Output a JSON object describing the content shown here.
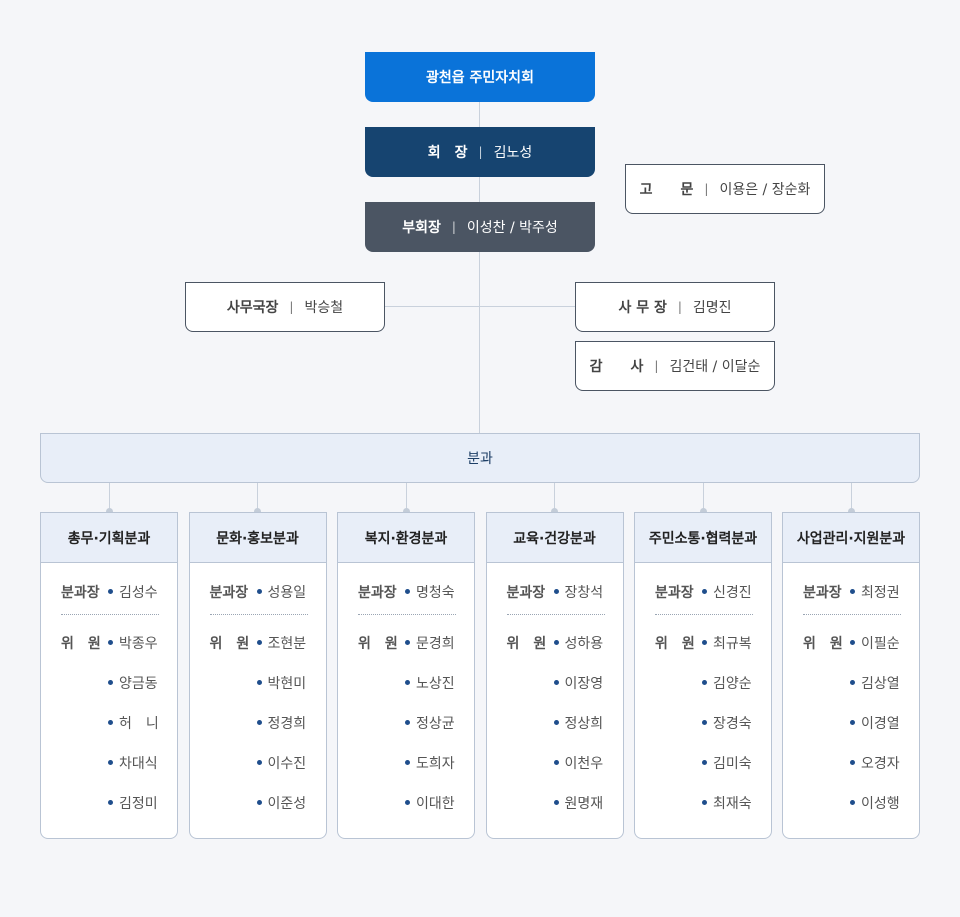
{
  "org": {
    "title": "광천읍 주민자치회",
    "chair": {
      "role": "회　장",
      "name": "김노성"
    },
    "vice": {
      "role": "부회장",
      "name": "이성찬 / 박주성"
    },
    "advisor": {
      "role": "고　　문",
      "name": "이용은 / 장순화"
    },
    "secretary_general": {
      "role": "사무국장",
      "name": "박승철"
    },
    "secretary": {
      "role": "사 무 장",
      "name": "김명진"
    },
    "auditor": {
      "role": "감　　사",
      "name": "김건태 / 이달순"
    },
    "divisions_label": "분과",
    "separator": "|",
    "head_label": "분과장",
    "member_label": "위　원"
  },
  "divisions": [
    {
      "name": "총무·기획분과",
      "head": "김성수",
      "members": [
        "박종우",
        "양금동",
        "허　니",
        "차대식",
        "김정미"
      ]
    },
    {
      "name": "문화·홍보분과",
      "head": "성용일",
      "members": [
        "조현분",
        "박현미",
        "정경희",
        "이수진",
        "이준성"
      ]
    },
    {
      "name": "복지·환경분과",
      "head": "명청숙",
      "members": [
        "문경희",
        "노상진",
        "정상균",
        "도희자",
        "이대한"
      ]
    },
    {
      "name": "교육·건강분과",
      "head": "장창석",
      "members": [
        "성하용",
        "이장영",
        "정상희",
        "이천우",
        "원명재"
      ]
    },
    {
      "name": "주민소통·협력분과",
      "head": "신경진",
      "members": [
        "최규복",
        "김양순",
        "장경숙",
        "김미숙",
        "최재숙"
      ]
    },
    {
      "name": "사업관리·지원분과",
      "head": "최정권",
      "members": [
        "이필순",
        "김상열",
        "이경열",
        "오경자",
        "이성행"
      ]
    }
  ],
  "colors": {
    "primary": "#0a73d9",
    "navy": "#164470",
    "slate": "#4b5563",
    "band": "#e8eef8"
  }
}
